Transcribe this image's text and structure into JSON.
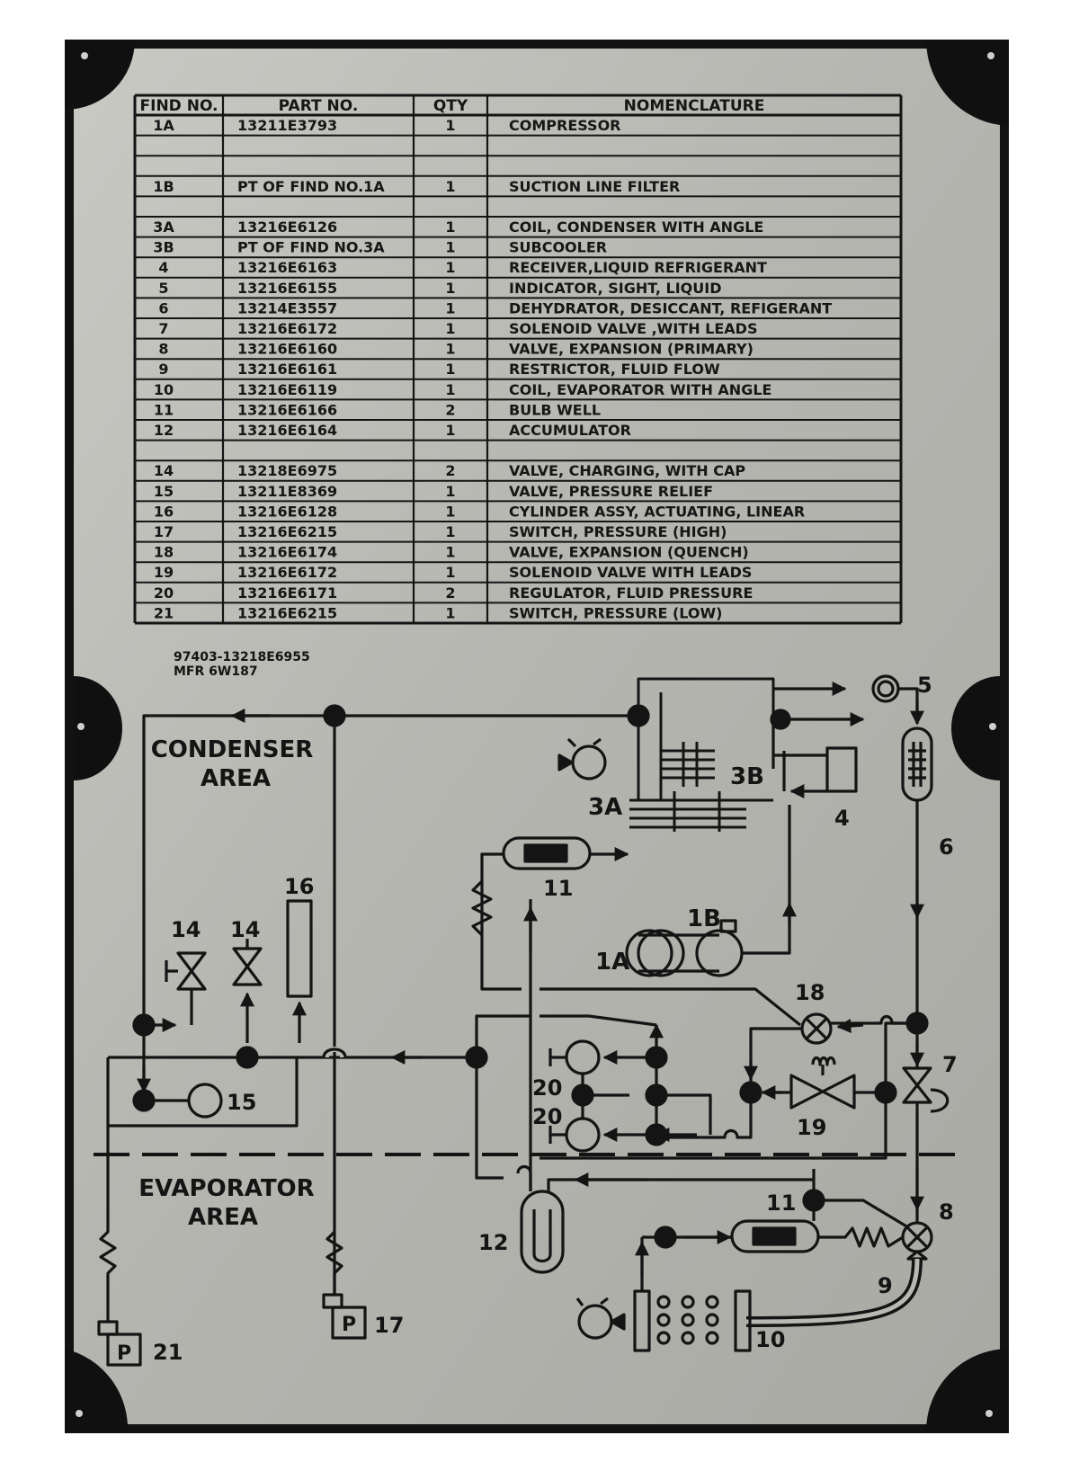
{
  "table": {
    "headers": [
      "FIND NO.",
      "PART NO.",
      "QTY",
      "NOMENCLATURE"
    ],
    "rows": [
      {
        "find": "1A",
        "part": "13211E3793",
        "qty": "1",
        "name": "COMPRESSOR"
      },
      {
        "find": "",
        "part": "",
        "qty": "",
        "name": ""
      },
      {
        "find": "",
        "part": "",
        "qty": "",
        "name": ""
      },
      {
        "find": "1B",
        "part": "PT OF FIND  NO.1A",
        "qty": "1",
        "name": "SUCTION  LINE  FILTER"
      },
      {
        "find": "",
        "part": "",
        "qty": "",
        "name": ""
      },
      {
        "find": "3A",
        "part": "13216E6126",
        "qty": "1",
        "name": "COIL, CONDENSER  WITH  ANGLE"
      },
      {
        "find": "3B",
        "part": "PT OF FIND NO.3A",
        "qty": "1",
        "name": "SUBCOOLER"
      },
      {
        "find": "4",
        "part": "13216E6163",
        "qty": "1",
        "name": "RECEIVER,LIQUID  REFRIGERANT"
      },
      {
        "find": "5",
        "part": "13216E6155",
        "qty": "1",
        "name": "INDICATOR,  SIGHT,  LIQUID"
      },
      {
        "find": "6",
        "part": "13214E3557",
        "qty": "1",
        "name": "DEHYDRATOR,  DESICCANT, REFIGERANT"
      },
      {
        "find": "7",
        "part": "13216E6172",
        "qty": "1",
        "name": "SOLENOID  VALVE ,WITH  LEADS"
      },
      {
        "find": "8",
        "part": "13216E6160",
        "qty": "1",
        "name": "VALVE,  EXPANSION  (PRIMARY)"
      },
      {
        "find": "9",
        "part": "13216E6161",
        "qty": "1",
        "name": "RESTRICTOR, FLUID  FLOW"
      },
      {
        "find": "10",
        "part": "13216E6119",
        "qty": "1",
        "name": "COIL, EVAPORATOR  WITH  ANGLE"
      },
      {
        "find": "11",
        "part": "13216E6166",
        "qty": "2",
        "name": "BULB  WELL"
      },
      {
        "find": "12",
        "part": "13216E6164",
        "qty": "1",
        "name": "ACCUMULATOR"
      },
      {
        "find": "",
        "part": "",
        "qty": "",
        "name": ""
      },
      {
        "find": "14",
        "part": "13218E6975",
        "qty": "2",
        "name": "VALVE,  CHARGING, WITH  CAP"
      },
      {
        "find": "15",
        "part": "13211E8369",
        "qty": "1",
        "name": "VALVE,  PRESSURE  RELIEF"
      },
      {
        "find": "16",
        "part": "13216E6128",
        "qty": "1",
        "name": "CYLINDER  ASSY,  ACTUATING,  LINEAR"
      },
      {
        "find": "17",
        "part": "13216E6215",
        "qty": "1",
        "name": "SWITCH,  PRESSURE  (HIGH)"
      },
      {
        "find": "18",
        "part": "13216E6174",
        "qty": "1",
        "name": "VALVE,  EXPANSION   (QUENCH)"
      },
      {
        "find": "19",
        "part": "13216E6172",
        "qty": "1",
        "name": "SOLENOID  VALVE  WITH  LEADS"
      },
      {
        "find": "20",
        "part": "13216E6171",
        "qty": "2",
        "name": "REGULATOR,  FLUID  PRESSURE"
      },
      {
        "find": "21",
        "part": "13216E6215",
        "qty": "1",
        "name": "SWITCH,  PRESSURE   (LOW)"
      }
    ]
  },
  "maker": {
    "line1": "97403-13218E6955",
    "line2": "MFR  6W187"
  },
  "areas": {
    "condenser_line1": "CONDENSER",
    "condenser_line2": "AREA",
    "evaporator_line1": "EVAPORATOR",
    "evaporator_line2": "AREA"
  },
  "labels": {
    "l5": "5",
    "l3B": "3B",
    "l3A": "3A",
    "l4": "4",
    "l6": "6",
    "l11a": "11",
    "l1B": "1B",
    "l1A": "1A",
    "l14a": "14",
    "l14b": "14",
    "l16": "16",
    "l18": "18",
    "l7": "7",
    "l15": "15",
    "l20a": "20",
    "l20b": "20",
    "l19": "19",
    "l11b": "11",
    "l8": "8",
    "l12": "12",
    "l9": "9",
    "l10": "10",
    "l21": "21",
    "l17": "17",
    "p21": "P",
    "p17": "P"
  },
  "colors": {
    "plate": "#b9b9b4",
    "ink": "#141414",
    "frame": "#111111"
  }
}
